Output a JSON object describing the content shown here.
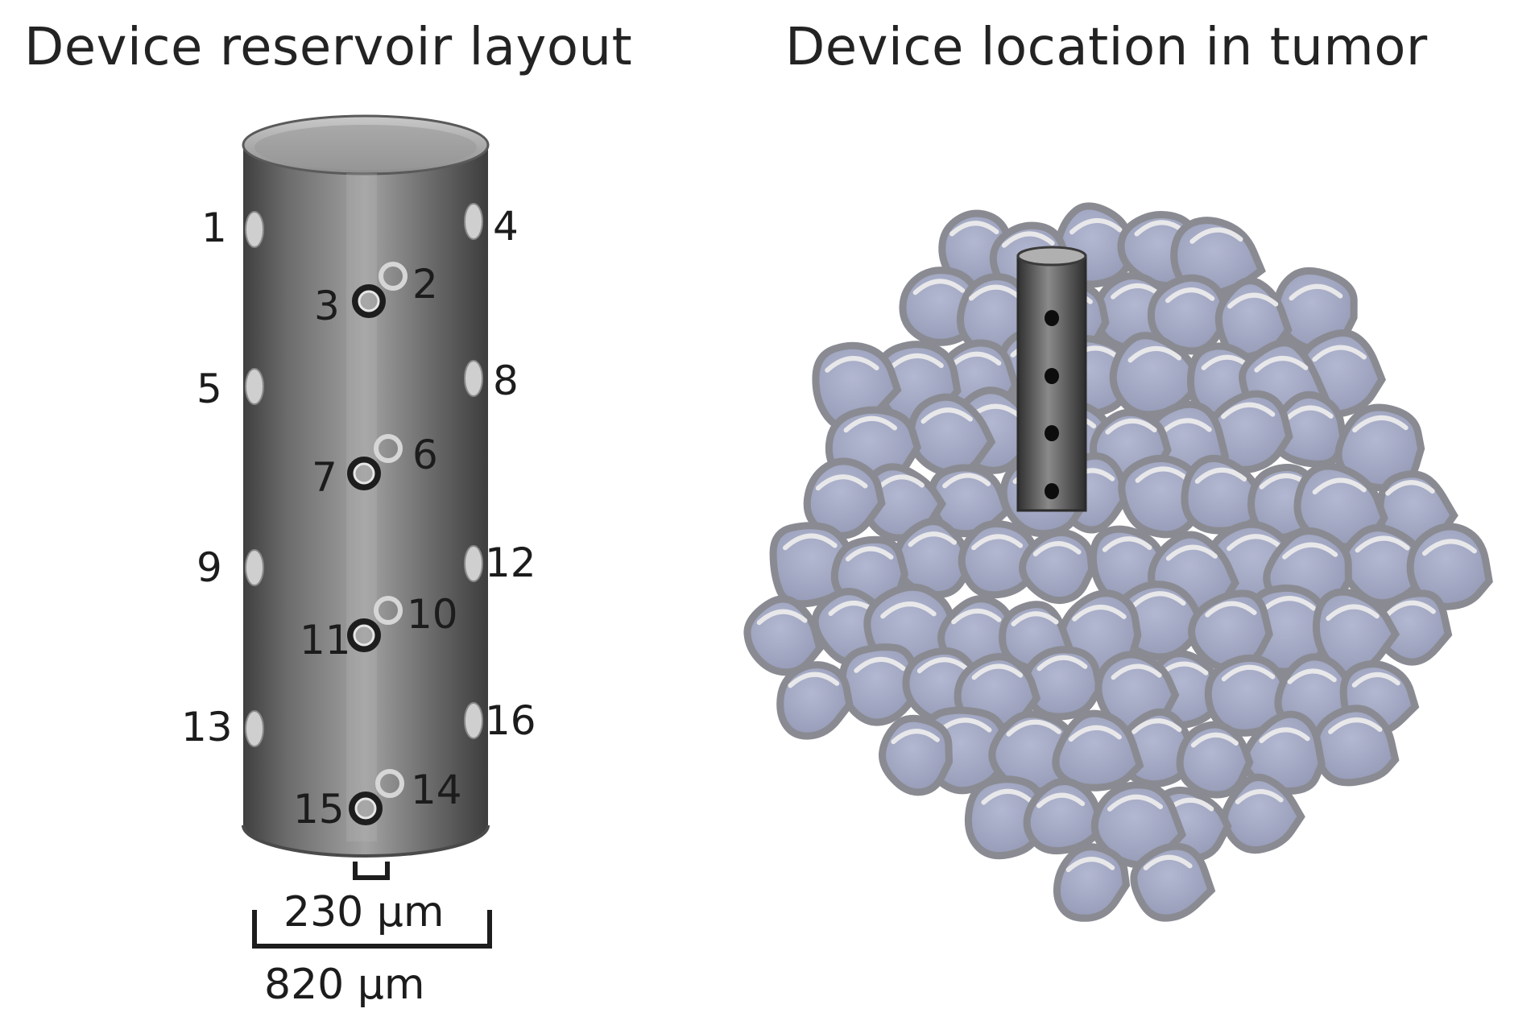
{
  "titles": {
    "left": "Device reservoir layout",
    "right": "Device location in tumor"
  },
  "reservoir_labels": [
    "1",
    "2",
    "3",
    "4",
    "5",
    "6",
    "7",
    "8",
    "9",
    "10",
    "11",
    "12",
    "13",
    "14",
    "15",
    "16"
  ],
  "dimensions": {
    "inner": "230 µm",
    "outer": "820 µm"
  },
  "colors": {
    "device_body": "#6e6e6e",
    "tumor_cell": "#a3a8c4",
    "tumor_outline": "#7d7d82",
    "text": "#1f1f1f"
  }
}
